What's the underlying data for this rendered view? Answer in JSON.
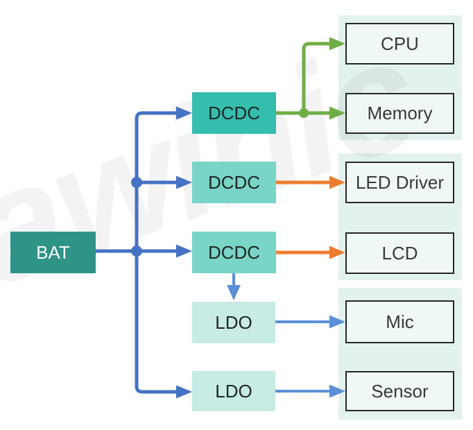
{
  "diagram": {
    "type": "power-tree-block-diagram",
    "watermark": "awinic",
    "nodes": {
      "bat": {
        "label": "BAT",
        "role": "battery-source"
      },
      "dcdc1": {
        "label": "DCDC",
        "role": "buck-converter"
      },
      "dcdc2": {
        "label": "DCDC",
        "role": "buck-converter"
      },
      "dcdc3": {
        "label": "DCDC",
        "role": "buck-converter"
      },
      "ldo1": {
        "label": "LDO",
        "role": "linear-regulator"
      },
      "ldo2": {
        "label": "LDO",
        "role": "linear-regulator"
      },
      "cpu": {
        "label": "CPU",
        "role": "load"
      },
      "memory": {
        "label": "Memory",
        "role": "load"
      },
      "led_driver": {
        "label": "LED Driver",
        "role": "load"
      },
      "lcd": {
        "label": "LCD",
        "role": "load"
      },
      "mic": {
        "label": "Mic",
        "role": "load"
      },
      "sensor": {
        "label": "Sensor",
        "role": "load"
      }
    },
    "connections": [
      {
        "from": "bat",
        "to": "dcdc1",
        "color": "blue"
      },
      {
        "from": "bat",
        "to": "dcdc2",
        "color": "blue"
      },
      {
        "from": "bat",
        "to": "dcdc3",
        "color": "blue"
      },
      {
        "from": "bat",
        "to": "ldo2",
        "color": "blue"
      },
      {
        "from": "dcdc1",
        "to": "cpu",
        "color": "green"
      },
      {
        "from": "dcdc1",
        "to": "memory",
        "color": "green"
      },
      {
        "from": "dcdc2",
        "to": "led_driver",
        "color": "orange"
      },
      {
        "from": "dcdc3",
        "to": "lcd",
        "color": "orange"
      },
      {
        "from": "dcdc3",
        "to": "ldo1",
        "color": "light_blue"
      },
      {
        "from": "ldo1",
        "to": "mic",
        "color": "light_blue"
      },
      {
        "from": "ldo2",
        "to": "sensor",
        "color": "light_blue"
      }
    ],
    "colors": {
      "blue": "#4472c4",
      "light_blue": "#5b8fd8",
      "green": "#70ad47",
      "orange": "#ed7d31",
      "bat_fill": "#2e9487",
      "dcdc_dark_fill": "#35bdad",
      "dcdc_light_fill": "#79d5c6",
      "ldo_fill": "#c7ebe5",
      "panel_fill": "#e4f2ef",
      "load_fill": "#eff8f5",
      "load_border": "#262626"
    }
  }
}
